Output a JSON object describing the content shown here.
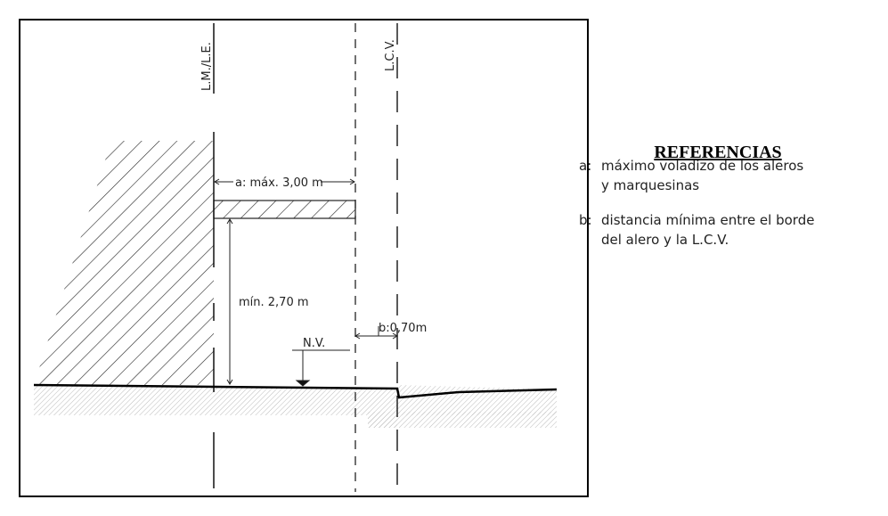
{
  "diagram": {
    "line_labels": {
      "lm_le": "L.M./L.E.",
      "lcv": "L.C.V."
    },
    "dimensions": {
      "a": "a: máx. 3,00 m",
      "height": "mín. 2,70 m",
      "b": "b:0,70m"
    },
    "level_mark": "N.V."
  },
  "references": {
    "title": "REFERENCIAS",
    "items": [
      {
        "key": "a:",
        "text": "máximo voladizo de los aleros y marquesinas"
      },
      {
        "key": "b:",
        "text": "distancia mínima entre el borde del alero y la L.C.V."
      }
    ]
  }
}
